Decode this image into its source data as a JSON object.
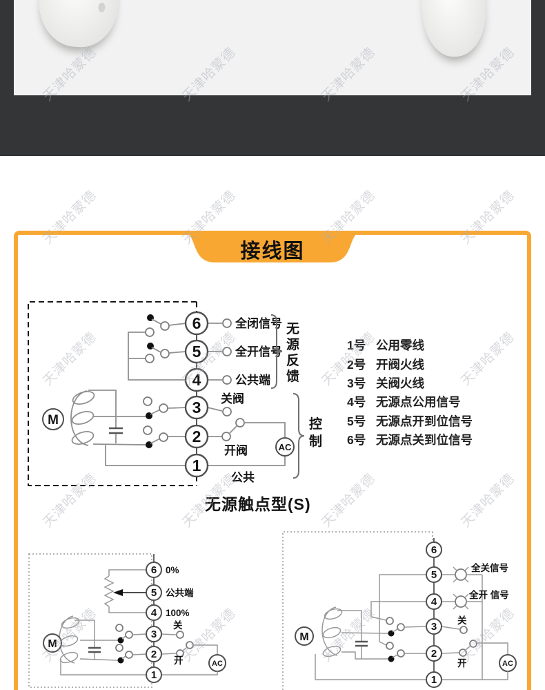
{
  "watermark": {
    "text": "天津哈蒙德"
  },
  "banner": {
    "title": "接线图"
  },
  "legend": {
    "items": [
      {
        "num": "1号",
        "desc": "公用零线"
      },
      {
        "num": "2号",
        "desc": "开阀火线"
      },
      {
        "num": "3号",
        "desc": "关阀火线"
      },
      {
        "num": "4号",
        "desc": "无源点公用信号"
      },
      {
        "num": "5号",
        "desc": "无源点开到位信号"
      },
      {
        "num": "6号",
        "desc": "无源点关到位信号"
      }
    ]
  },
  "diagram_main": {
    "caption": "无源触点型(S)",
    "terminals": [
      "6",
      "5",
      "4",
      "3",
      "2",
      "1"
    ],
    "labels": {
      "t6": "全闭信号",
      "t5": "全开信号",
      "t4": "公共端",
      "t3": "关阀",
      "t2": "开阀",
      "t1": "公共"
    },
    "brace_feedback": [
      "无",
      "源",
      "反",
      "馈"
    ],
    "brace_control": [
      "控",
      "制"
    ],
    "motor": "M",
    "ac": "AC"
  },
  "diagram_pot": {
    "terminals": [
      "6",
      "5",
      "4",
      "3",
      "2",
      "1"
    ],
    "labels": {
      "t6": "0%",
      "t5": "公共端",
      "t4": "100%",
      "t3": "关",
      "t2": "开"
    },
    "motor": "M",
    "ac": "AC"
  },
  "diagram_lamp": {
    "terminals": [
      "6",
      "5",
      "4",
      "3",
      "2",
      "1"
    ],
    "labels": {
      "t5": "全关信号",
      "t4": "全开 信号",
      "t3": "关",
      "t2": "开"
    },
    "motor": "M",
    "ac": "AC"
  },
  "colors": {
    "accent_orange": "#F8A733",
    "dark_band": "#343537",
    "top_bg": "#f2f2f3"
  }
}
